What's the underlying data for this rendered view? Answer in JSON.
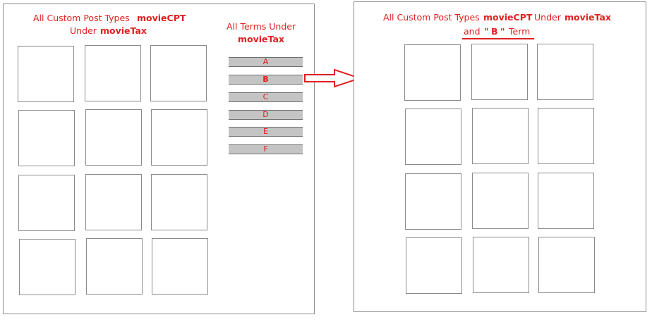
{
  "left_panel": {
    "heading_line1_prefix": "All Custom Post Types",
    "heading_line1_post_type": "movieCPT",
    "heading_line2_prefix": "Under",
    "heading_line2_taxonomy": "movieTax"
  },
  "terms_panel": {
    "heading_line1": "All Terms Under",
    "heading_line2": "movieTax",
    "terms": [
      "A",
      "B",
      "C",
      "D",
      "E",
      "F"
    ],
    "selected_term": "B"
  },
  "right_panel": {
    "heading_line1_prefix": "All Custom Post Types",
    "heading_line1_post_type": "movieCPT",
    "heading_line1_under": "Under",
    "heading_line1_taxonomy": "movieTax",
    "heading_line2_and": "and",
    "heading_line2_quote_open": "\"",
    "heading_line2_term": "B",
    "heading_line2_quote_close": "\"",
    "heading_line2_suffix": "Term"
  },
  "colors": {
    "accent": "#e02020",
    "term_bar": "#c4c4c4",
    "border": "#8c8c8c"
  }
}
